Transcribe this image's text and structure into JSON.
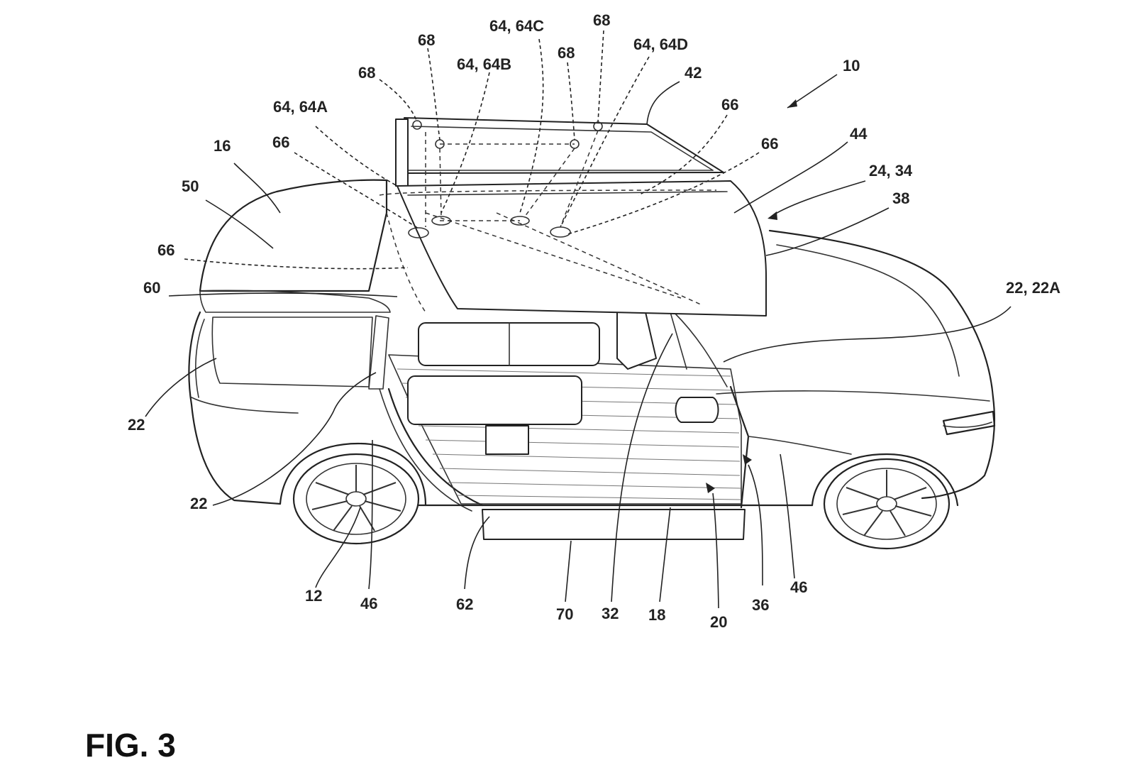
{
  "figure_title": "FIG. 3",
  "labels": {
    "l10": "10",
    "l12": "12",
    "l16": "16",
    "l18": "18",
    "l20": "20",
    "l22_left_rear": "22",
    "l22_lower": "22",
    "l22_22A": "22, 22A",
    "l24_34": "24, 34",
    "l32": "32",
    "l36": "36",
    "l38": "38",
    "l42": "42",
    "l44": "44",
    "l46_left": "46",
    "l46_right": "46",
    "l50": "50",
    "l60": "60",
    "l62": "62",
    "l64_64A": "64, 64A",
    "l64_64B": "64, 64B",
    "l64_64C": "64, 64C",
    "l64_64D": "64, 64D",
    "l66_a": "66",
    "l66_b": "66",
    "l66_c": "66",
    "l66_d": "66",
    "l68_a": "68",
    "l68_b": "68",
    "l68_c": "68",
    "l68_d": "68",
    "l70": "70"
  }
}
